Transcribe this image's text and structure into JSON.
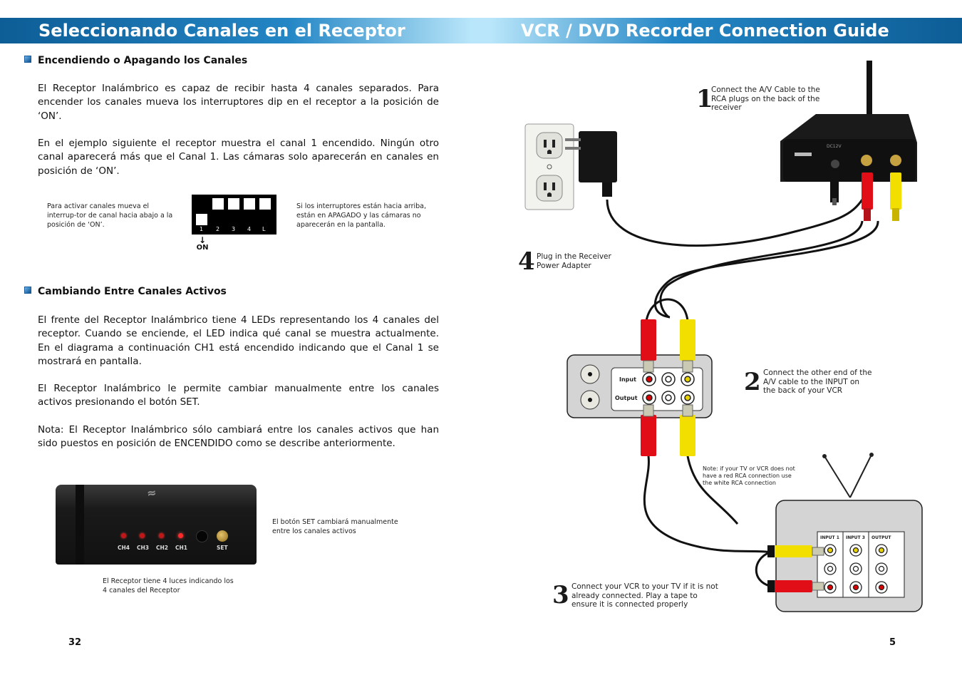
{
  "header": {
    "left_title": "Seleccionando Canales en el Receptor",
    "right_title": "VCR / DVD Recorder Connection Guide",
    "accent_color": "#0d5d96"
  },
  "left_page": {
    "section1": {
      "heading": "Encendiendo o Apagando los Canales",
      "para1": "El Receptor Inalámbrico es capaz de recibir hasta 4 canales separados. Para encender los canales mueva los interruptores dip en el receptor a la posición de ‘ON’.",
      "para2": "En el ejemplo siguiente el receptor muestra el canal 1 encendido. Ningún otro canal aparecerá más que el Canal 1. Las cámaras solo aparecerán en canales en posición de ‘ON’.",
      "dip_left_note": "Para activar canales mueva el interrup-tor de canal hacia abajo a la posición de ‘ON’.",
      "dip_right_note": "Si los interruptores están hacia arriba, están en APAGADO y las cámaras no aparecerán en la pantalla.",
      "dip_labels": [
        "1",
        "2",
        "3",
        "4",
        "L"
      ],
      "dip_on_label": "ON"
    },
    "section2": {
      "heading": "Cambiando Entre Canales Activos",
      "para1": "El frente del Receptor Inalámbrico tiene 4 LEDs representando los 4 canales del receptor. Cuando se enciende, el LED indica qué canal se muestra actualmente. En el diagrama a continuación CH1 está encendido indicando que el Canal 1 se mostrará en pantalla.",
      "para2": "El Receptor Inalámbrico le permite cambiar manualmente entre los canales activos presionando el botón SET.",
      "para3": "Nota: El Receptor Inalámbrico sólo cambiará entre los canales activos que han sido puestos en posición de ENCENDIDO como se describe anteriormente.",
      "photo_labels": [
        "CH4",
        "CH3",
        "CH2",
        "CH1",
        "SET"
      ],
      "set_note": "El botón SET cambiará manualmente entre los canales activos",
      "leds_note": "El Receptor tiene 4 luces indicando los 4 canales del Receptor"
    },
    "page_number": "32"
  },
  "right_page": {
    "step1": {
      "num": "1",
      "text": "Connect the A/V Cable to the RCA plugs on the back of the receiver"
    },
    "step4": {
      "num": "4",
      "text": "Plug in the Receiver Power Adapter"
    },
    "step2": {
      "num": "2",
      "text": "Connect the other end of the A/V cable to the INPUT on the back of your VCR"
    },
    "step3": {
      "num": "3",
      "text": "Connect your VCR to your TV if it is not already connected. Play a tape to ensure it is connected properly"
    },
    "note": "Note: if your TV or VCR does not have a red RCA connection use the white RCA connection",
    "vcr_labels": {
      "input": "Input",
      "output": "Output"
    },
    "tv_labels": [
      "INPUT 1",
      "INPUT 3",
      "OUTPUT"
    ],
    "receiver_label": "DC12V",
    "page_number": "5"
  }
}
